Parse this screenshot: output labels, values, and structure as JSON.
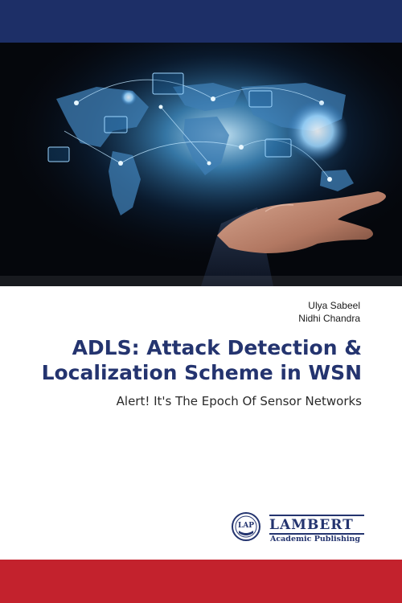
{
  "cover": {
    "top_band_color": "#1d2f67",
    "bottom_band_color": "#c3222d",
    "image_icon": "hand-holding-world-network-image",
    "authors": [
      "Ulya Sabeel",
      "Nidhi Chandra"
    ],
    "title_line1": "ADLS: Attack Detection &",
    "title_line2": "Localization Scheme in WSN",
    "subtitle": "Alert! It's The Epoch Of Sensor Networks"
  },
  "publisher": {
    "seal_text": "LAP",
    "name": "LAMBERT",
    "tagline": "Academic Publishing",
    "color": "#24346f"
  }
}
